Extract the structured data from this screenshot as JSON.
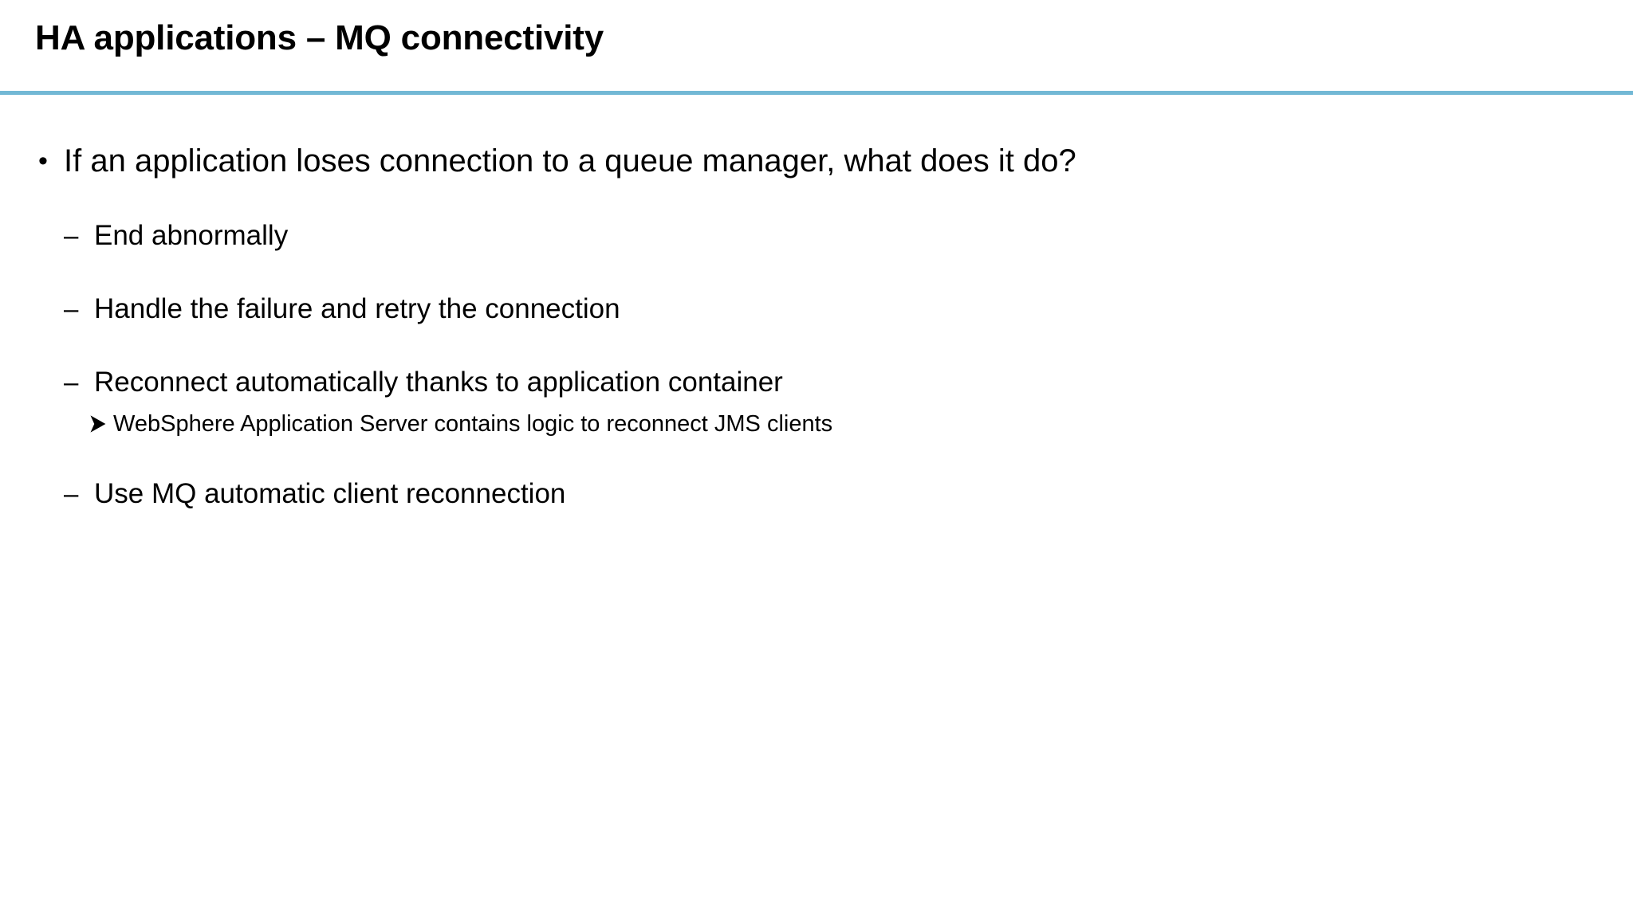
{
  "slide": {
    "title": "HA applications – MQ connectivity",
    "accent_color": "#72B8D5",
    "background_color": "#FFFFFF",
    "text_color": "#000000",
    "rule": {
      "name": "title-underline-rule",
      "color": "#72B8D5"
    },
    "bullets": [
      {
        "level": 1,
        "marker": "•",
        "marker_name": "bullet-dot-icon",
        "text": "If an application loses connection to a queue manager, what does it do?"
      },
      {
        "level": 2,
        "marker": "–",
        "marker_name": "bullet-dash-icon",
        "text": "End abnormally"
      },
      {
        "level": 2,
        "marker": "–",
        "marker_name": "bullet-dash-icon",
        "text": "Handle the failure and retry the connection"
      },
      {
        "level": 2,
        "marker": "–",
        "marker_name": "bullet-dash-icon",
        "text": "Reconnect automatically thanks to application container"
      },
      {
        "level": 3,
        "marker": "➢",
        "marker_name": "bullet-arrowhead-icon",
        "text": "WebSphere Application Server contains logic to reconnect JMS clients"
      },
      {
        "level": 2,
        "marker": "–",
        "marker_name": "bullet-dash-icon",
        "text": "Use MQ automatic client reconnection"
      }
    ]
  }
}
